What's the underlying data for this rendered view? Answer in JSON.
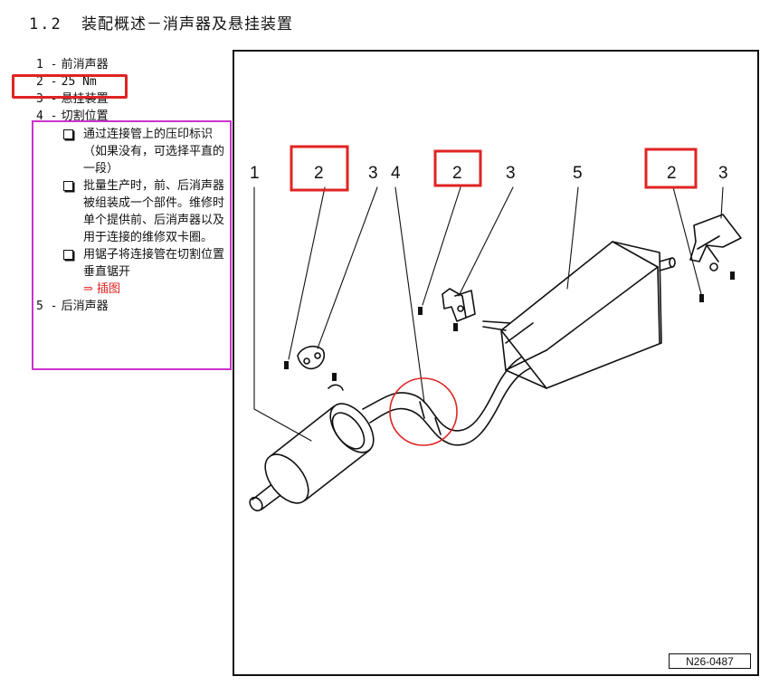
{
  "header": {
    "section_number": "1.2",
    "title": "装配概述－消声器及悬挂装置"
  },
  "legend": [
    {
      "no": "1 -",
      "label": "前消声器"
    },
    {
      "no": "2 -",
      "label": "25 Nm"
    },
    {
      "no": "3 -",
      "label": "悬挂装置"
    },
    {
      "no": "4 -",
      "label": "切割位置"
    },
    {
      "no": "5 -",
      "label": "后消声器"
    }
  ],
  "notes": [
    "通过连接管上的压印标识（如果没有，可选择平直的一段）",
    "批量生产时，前、后消声器被组装成一个部件。维修时单个提供前、后消声器以及用于连接的维修双卡圈。",
    "用锯子将连接管在切割位置垂直锯开"
  ],
  "figure_link": "⇒ 插图",
  "figure": {
    "labels": [
      "1",
      "2",
      "3",
      "4",
      "2",
      "3",
      "5",
      "2",
      "3"
    ],
    "id": "N26-0487"
  },
  "colors": {
    "highlight_red": "#e02323",
    "highlight_purple": "#cc33cc",
    "text": "#111111"
  }
}
